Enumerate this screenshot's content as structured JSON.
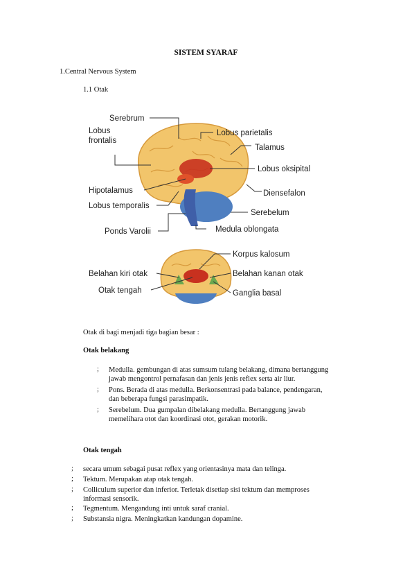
{
  "doc": {
    "title": "SISTEM SYARAF",
    "section": "1.Central Nervous System",
    "subsection": "1.1 Otak",
    "intro": "Otak di bagi menjadi tiga bagian besar :",
    "heading_belakang": "Otak belakang",
    "heading_tengah": "Otak tengah",
    "bullet_char": ";",
    "belakang_items": [
      {
        "line1": "Medulla. gembungan di atas sumsum tulang belakang, dimana bertanggung",
        "line2": "jawab mengontrol pernafasan dan jenis jenis reflex serta air liur."
      },
      {
        "line1": "Pons. Berada di atas medulla. Berkonsentrasi pada balance, pendengaran,",
        "line2": "dan beberapa fungsi parasimpatik."
      },
      {
        "line1": "Serebelum. Dua gumpalan dibelakang medulla. Bertanggung jawab",
        "line2": "memelihara otot dan koordinasi otot, gerakan motorik."
      }
    ],
    "tengah_items": [
      {
        "line1": "secara umum sebagai pusat reflex yang orientasinya mata dan telinga."
      },
      {
        "line1": "Tektum. Merupakan atap otak tengah."
      },
      {
        "line1": "Colliculum superior dan inferior. Terletak disetiap sisi tektum dan memproses",
        "line2": "informasi sensorik."
      },
      {
        "line1": "Tegmentum. Mengandung inti untuk saraf cranial."
      },
      {
        "line1": "Substansia nigra. Meningkatkan kandungan dopamine."
      }
    ]
  },
  "figure_labels": {
    "serebrum": "Serebrum",
    "lobus_frontalis_1": "Lobus",
    "lobus_frontalis_2": "frontalis",
    "lobus_parietalis": "Lobus parietalis",
    "talamus": "Talamus",
    "lobus_oksipitalis": "Lobus oksipitalis",
    "hipotalamus": "Hipotalamus",
    "diensefalon": "Diensefalon",
    "lobus_temporalis": "Lobus temporalis",
    "serebelum": "Serebelum",
    "ponds_varolii": "Ponds Varolii",
    "medula_oblongata": "Medula oblongata",
    "korpus_kalosum": "Korpus kalosum",
    "belahan_kiri": "Belahan kiri otak",
    "belahan_kanan": "Belahan kanan otak",
    "otak_tengah": "Otak tengah",
    "ganglia_basal": "Ganglia basal"
  },
  "colors": {
    "cerebrum": "#f2c56b",
    "cerebrum_dark": "#d79a3c",
    "thalamus": "#c8311f",
    "cerebellum": "#4f7fc0",
    "brainstem": "#3f5fa8"
  }
}
